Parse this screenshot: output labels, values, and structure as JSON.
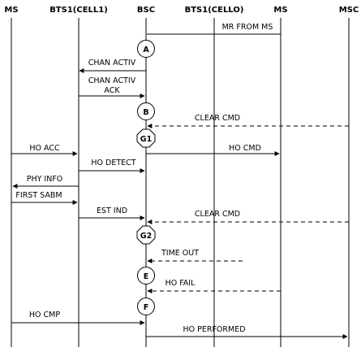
{
  "participants": [
    {
      "id": "ms1",
      "label": "MS"
    },
    {
      "id": "bts1",
      "label": "BTS1(CELL1)"
    },
    {
      "id": "bsc",
      "label": "BSC"
    },
    {
      "id": "bts0",
      "label": "BTS1(CELLO)"
    },
    {
      "id": "ms2",
      "label": "MS"
    },
    {
      "id": "msc",
      "label": "MSC"
    }
  ],
  "messages": [
    {
      "label": "MR FROM MS",
      "from": "ms2",
      "to": "bsc",
      "style": "solid"
    },
    {
      "label": "CHAN ACTIV",
      "from": "bsc",
      "to": "bts1",
      "style": "solid"
    },
    {
      "label": "CHAN ACTIV",
      "label2": "ACK",
      "from": "bts1",
      "to": "bsc",
      "style": "solid"
    },
    {
      "label": "CLEAR CMD",
      "from": "msc",
      "to": "bsc",
      "style": "dashed"
    },
    {
      "label": "HO ACC",
      "from": "ms1",
      "to": "bts1",
      "style": "solid"
    },
    {
      "label": "HO CMD",
      "from": "bsc",
      "to": "ms2",
      "style": "solid"
    },
    {
      "label": "HO DETECT",
      "from": "bts1",
      "to": "bsc",
      "style": "solid"
    },
    {
      "label": "PHY INFO",
      "from": "bts1",
      "to": "ms1",
      "style": "solid"
    },
    {
      "label": "FIRST SABM",
      "from": "ms1",
      "to": "bts1",
      "style": "solid"
    },
    {
      "label": "EST IND",
      "from": "bts1",
      "to": "bsc",
      "style": "solid"
    },
    {
      "label": "CLEAR CMD",
      "from": "msc",
      "to": "bsc",
      "style": "dashed"
    },
    {
      "label": "TIME OUT",
      "from": "bts0",
      "to": "bsc",
      "style": "dashed"
    },
    {
      "label": "HO FAIL",
      "from": "ms2",
      "to": "bsc",
      "style": "dashed"
    },
    {
      "label": "HO CMP",
      "from": "ms1",
      "to": "bsc",
      "style": "solid"
    },
    {
      "label": "HO PERFORMED",
      "from": "bsc",
      "to": "msc",
      "style": "solid"
    }
  ],
  "states": [
    {
      "label": "A",
      "shape": "circle"
    },
    {
      "label": "B",
      "shape": "circle"
    },
    {
      "label": "G1",
      "shape": "octagon"
    },
    {
      "label": "G2",
      "shape": "octagon"
    },
    {
      "label": "E",
      "shape": "circle"
    },
    {
      "label": "F",
      "shape": "circle"
    }
  ]
}
